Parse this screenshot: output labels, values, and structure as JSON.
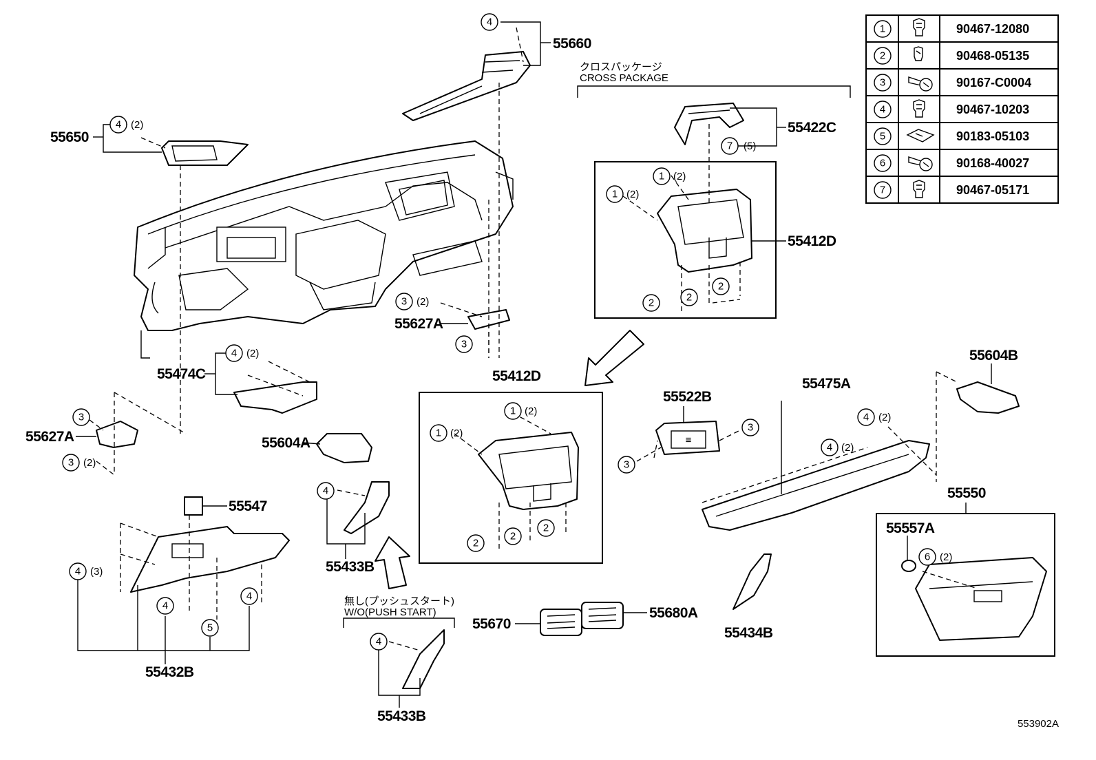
{
  "diagram": {
    "footer_code": "553902A",
    "part_labels": {
      "p55660": "55660",
      "p55650": "55650",
      "p55422C": "55422C",
      "p55412D_right": "55412D",
      "p55627A_mid": "55627A",
      "p55474C": "55474C",
      "p55627A_left": "55627A",
      "p55604A": "55604A",
      "p55412D_center": "55412D",
      "p55522B": "55522B",
      "p55475A": "55475A",
      "p55604B": "55604B",
      "p55547": "55547",
      "p55433B_upper": "55433B",
      "p55433B_lower": "55433B",
      "p55432B": "55432B",
      "p55670": "55670",
      "p55680A": "55680A",
      "p55434B": "55434B",
      "p55550": "55550",
      "p55557A": "55557A"
    },
    "captions": {
      "cross_package_jp": "クロスパッケージ",
      "cross_package_en": "CROSS PACKAGE",
      "push_start_jp": "無し(プッシュスタート)",
      "push_start_en": "W/O(PUSH START)"
    },
    "counts": {
      "c2": "(2)",
      "c3": "(3)",
      "c5": "(5)"
    },
    "callouts": {
      "n1": "1",
      "n2": "2",
      "n3": "3",
      "n4": "4",
      "n5": "5",
      "n6": "6",
      "n7": "7"
    }
  },
  "fastener_table": {
    "rows": [
      {
        "ref": "1",
        "icon": "clip-icon",
        "part_no": "90467-12080"
      },
      {
        "ref": "2",
        "icon": "clip-icon",
        "part_no": "90468-05135"
      },
      {
        "ref": "3",
        "icon": "screw-icon",
        "part_no": "90167-C0004"
      },
      {
        "ref": "4",
        "icon": "clip-icon",
        "part_no": "90467-10203"
      },
      {
        "ref": "5",
        "icon": "nut-icon",
        "part_no": "90183-05103"
      },
      {
        "ref": "6",
        "icon": "screw-icon",
        "part_no": "90168-40027"
      },
      {
        "ref": "7",
        "icon": "clip-icon",
        "part_no": "90467-05171"
      }
    ]
  }
}
